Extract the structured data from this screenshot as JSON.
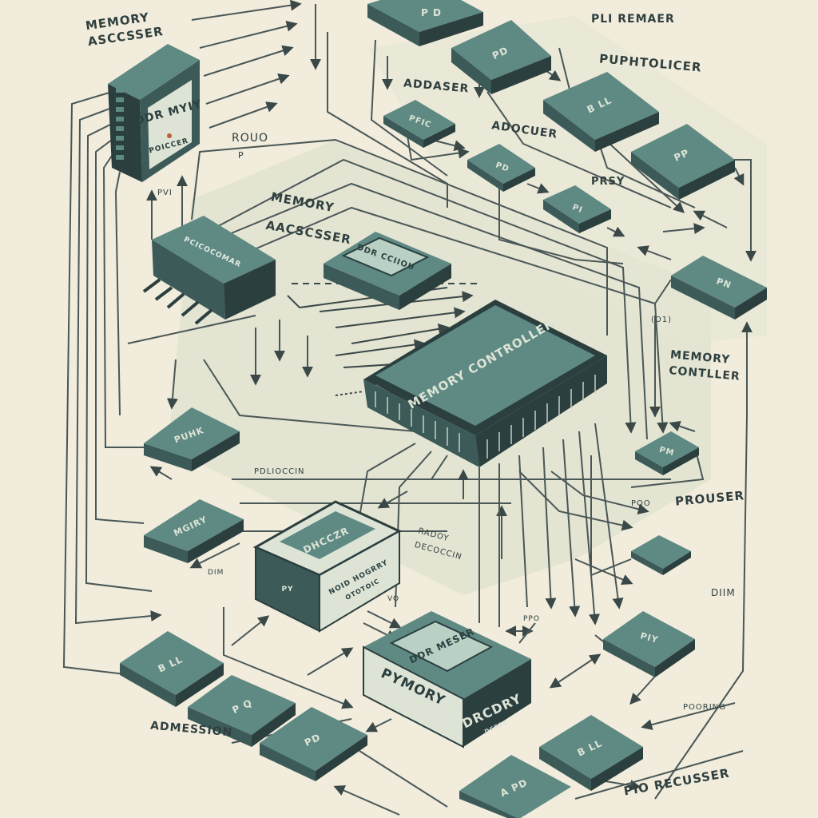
{
  "colors": {
    "background": "#f1ecdc",
    "panel": "#dde2cf",
    "chip_top": "#5f8a84",
    "chip_side": "#3c5a58",
    "chip_dark": "#2b3f3f",
    "label_fill": "#b9d0c4",
    "ink": "#2f3f3f",
    "line": "#4a5757"
  },
  "labels": {
    "memory_assessor_top": "MEMORY ASCCSSER",
    "pull_remaer": "PLI REMAER",
    "puphtolicer": "PUPHTOLICER",
    "addaser": "ADDASER",
    "adocuer": "ADOCUER",
    "prsy": "PRSY",
    "rouo": "ROUO",
    "p_small": "P",
    "pvi": "PVI",
    "memory_assesser_center": "MEMORY AACSCSSER",
    "memory_controller_right": "MEMORY CONTLLER",
    "o01": "(O1)",
    "prouser": "PROUSER",
    "poo": "POO",
    "dim": "DIIM",
    "pdlioccin": "PDLIOCCIN",
    "radoy_decoccin": "RADOY DECOCCIN",
    "dim_small": "DIM",
    "vo": "VO",
    "ppo": "PPO",
    "admession": "ADMESSION",
    "pooring": "POORING",
    "pio_recusser": "PIO RECUSSER"
  },
  "chips": {
    "ddr_module": "DDR MYIY",
    "ddr_module_sub": "POICCER",
    "left_block": "PCICOCOMAR",
    "center_ddr": "DDR CCIIOU",
    "memory_controller": "MEMORY CONTROLLER",
    "pfic": "PFIC",
    "pd": "PD",
    "pi": "PI",
    "pn": "PN",
    "pm": "PM",
    "puhk": "PUHK",
    "mgiry": "MGIRY",
    "dhcczr": "DHCCZR",
    "noid_sub": "NOID HOGRRY",
    "noid_sub2": "OTOTOIC",
    "noid_side": "PY",
    "ddr_mesr": "DDR MESER",
    "pymory": "PYMORY",
    "drcdry": "DRCDRY",
    "dcssy": "DCSSY",
    "piy": "PIY",
    "b_ll": "B LL",
    "pp": "PP",
    "p_q": "P Q",
    "a_pd": "A PD",
    "p_d_top": "P D"
  }
}
